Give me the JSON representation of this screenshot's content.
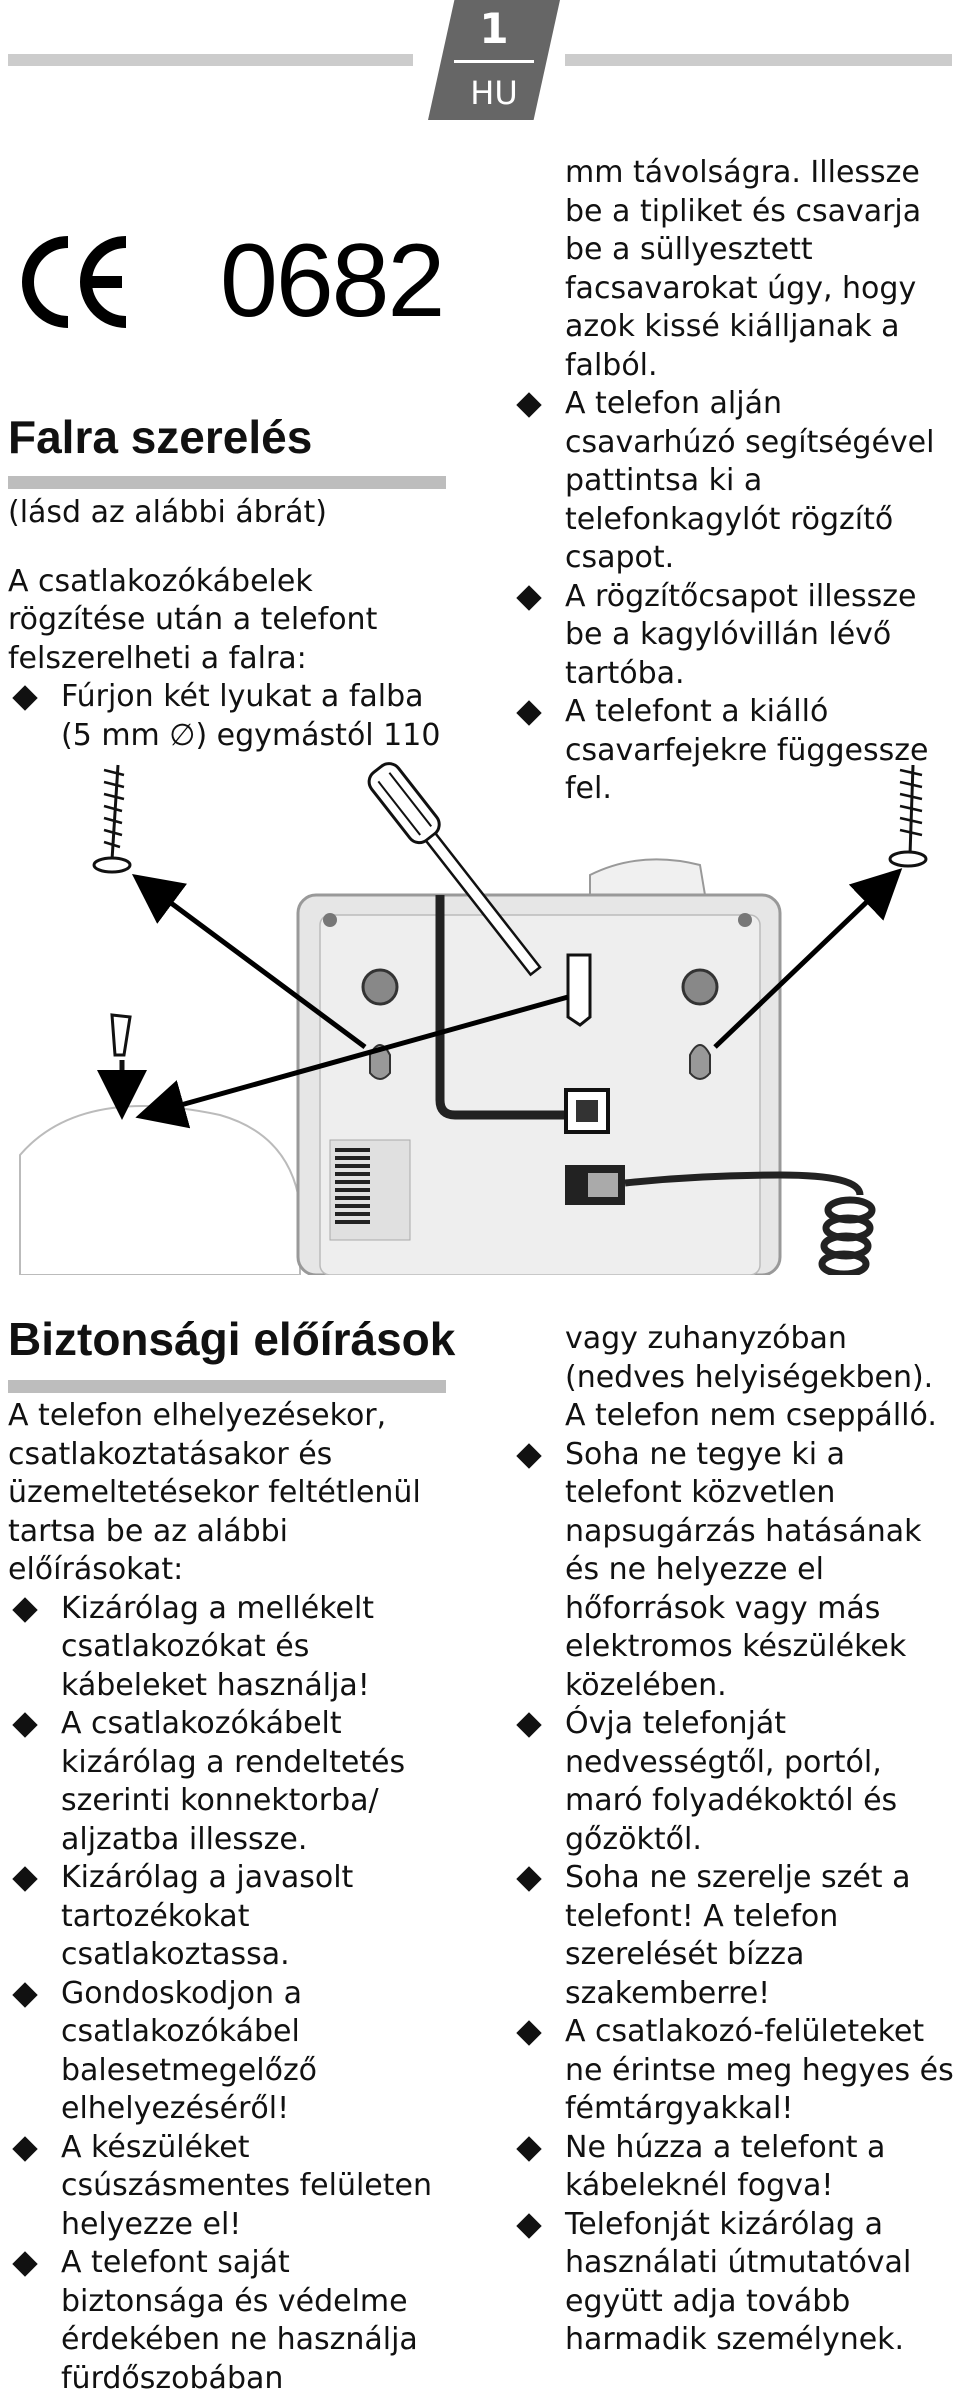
{
  "header": {
    "page_number": "1",
    "language": "HU"
  },
  "ce_mark": {
    "number": "0682"
  },
  "mounting": {
    "title": "Falra szerelés",
    "note": "(lásd az alábbi ábrát)",
    "intro": "A csatlakozókábelek rögzítése után a telefont felszerelheti a falra:",
    "step1": "Fúrjon két lyukat a falba (5 mm ∅) egymástól 110",
    "step1_cont": "mm távolságra. Illessze be a tipliket és csavarja be a süllyesztett facsavarokat úgy, hogy azok kissé kiálljanak a falból.",
    "steps": [
      "A telefon alján csavarhúzó segítségével pattintsa ki a telefonkagylót rögzítő csapot.",
      "A rögzítőcsapot illessze be a kagylóvillán lévő tartóba.",
      "A telefont a kiálló csavarfejekre függessze fel."
    ]
  },
  "safety": {
    "title": "Biztonsági előírások",
    "intro": "A telefon elhelyezésekor, csatlakoztatásakor és üzemeltetésekor feltétlenül tartsa be az alábbi előírásokat:",
    "items": [
      "Kizárólag a mellékelt csatlakozókat és kábeleket használja!",
      "A csatlakozókábelt kizárólag a rendeltetés szerinti konnektorba/ aljzatba illessze.",
      "Kizárólag a javasolt tartozékokat csatlakoztassa.",
      "Gondoskodjon a csatlakozókábel balesetmegelőző elhelyezéséről!",
      "A készüléket csúszásmentes felületen helyezze el!",
      "A telefont saját biztonsága és védelme érdekében ne használja fürdőszobában"
    ],
    "item_cont": "vagy zuhanyzóban (nedves helyiségekben). A telefon nem cseppálló.",
    "items2": [
      "Soha ne tegye ki a telefont közvetlen napsugárzás hatásának és ne helyezze el hőforrások vagy más elektromos készülékek közelében.",
      "Óvja telefonját nedvességtől, portól, maró folyadékoktól és gőzöktől.",
      "Soha ne szerelje szét a telefont! A telefon szerelését bízza szakemberre!",
      "A csatlakozó-felületeket ne érintse meg hegyes és fémtárgyakkal!",
      "Ne húzza a telefont a kábeleknél fogva!",
      "Telefonját kizárólag a használati útmutatóval együtt adja tovább harmadik személynek."
    ]
  }
}
